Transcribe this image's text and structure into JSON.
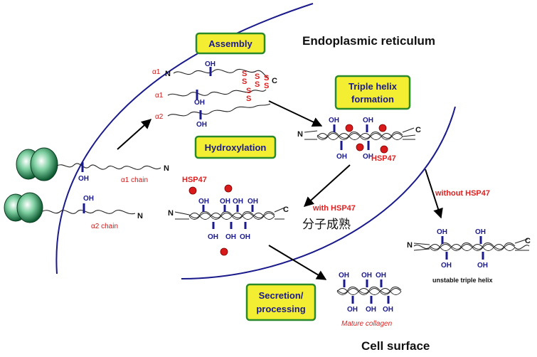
{
  "compartments": {
    "er": "Endoplasmic reticulum",
    "cell_surface": "Cell surface"
  },
  "steps": {
    "assembly": "Assembly",
    "hydroxylation": "Hydroxylation",
    "triple_helix_line1": "Triple helix",
    "triple_helix_line2": "formation",
    "secretion_line1": "Secretion/",
    "secretion_line2": "processing"
  },
  "chain_labels": {
    "alpha1_chain": "α1 chain",
    "alpha2_chain": "α2 chain",
    "alpha1": "α1",
    "alpha2": "α2"
  },
  "termini": {
    "n": "N",
    "c": "C"
  },
  "hydroxyl": "OH",
  "disulfide": "S",
  "hsp47": "HSP47",
  "paths": {
    "with": "with HSP47",
    "without": "without HSP47",
    "maturation_jp": "分子成熟"
  },
  "results": {
    "unstable": "unstable triple helix",
    "mature": "Mature collagen"
  },
  "colors": {
    "box_fill": "#f4ee33",
    "box_border": "#2a8a2a",
    "hydroxyl": "#1a1a8c",
    "hsp47": "#d81a1a",
    "membrane": "#1a1a8c",
    "ribosome": "#1e7a4a"
  }
}
